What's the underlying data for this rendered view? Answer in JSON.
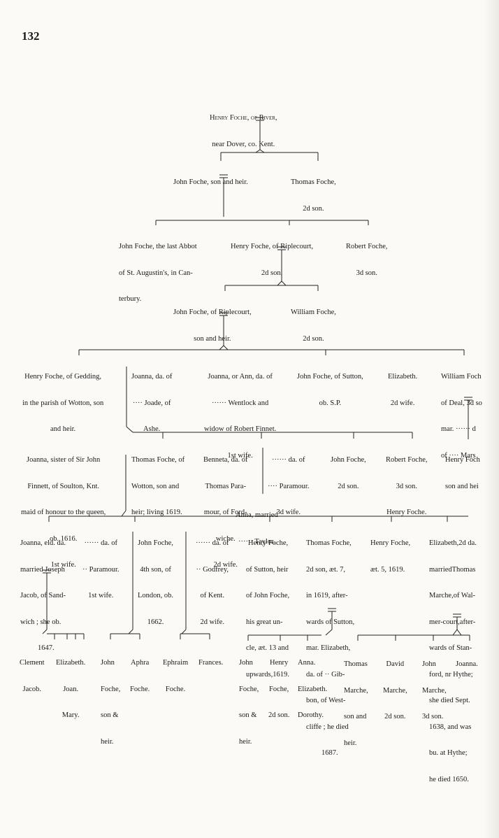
{
  "page_number": "132",
  "people": {
    "henry_root": [
      "Henry Foche, of River,",
      "near Dover, co. Kent."
    ],
    "john_gen2": [
      "John Foche, son and heir."
    ],
    "thomas_gen2": [
      "Thomas Foche,",
      "2d son."
    ],
    "john_abbot": [
      "John Foche, the last Abbot",
      "of St. Augustin's, in Can-",
      "terbury."
    ],
    "henry_riplecourt": [
      "Henry Foche, of Riplecourt,",
      "2d son."
    ],
    "robert_gen3": [
      "Robert Foche,",
      "3d son."
    ],
    "john_riplecourt": [
      "John Foche, of Riplecourt,",
      "son and heir."
    ],
    "william_gen4": [
      "William Foche,",
      "2d son."
    ],
    "henry_gedding": [
      "Henry Foche, of Gedding,",
      "in the parish of Wotton, son",
      "and heir."
    ],
    "joanna_joade": [
      "Joanna, da. of",
      "···· Joade, of",
      "Ashe."
    ],
    "joanna_wentlock": [
      "Joanna, or Ann, da. of",
      "······ Wentlock and",
      "widow of Robert Finnet.",
      "1st wife."
    ],
    "john_sutton": [
      "John Foche, of Sutton,",
      "ob. S.P."
    ],
    "elizabeth_2d": [
      "Elizabeth.",
      "2d wife."
    ],
    "william_deal": [
      "William Foch",
      "of Deal, 3d so",
      "mar. ······ d",
      "of ···· Mars"
    ],
    "joanna_finnett": [
      "Joanna, sister of Sir John",
      "Finnett, of Soulton, Knt.",
      "maid of honour to the queen,",
      "ob. 1616.",
      "1st wife."
    ],
    "thomas_wotton": [
      "Thomas Foche, of",
      "Wotton, son and",
      "heir; living 1619."
    ],
    "benneta": [
      "Benneta, da. of",
      "Thomas Para-",
      "mour, of Ford-",
      "wiche.",
      "2d wife."
    ],
    "da_paramour": [
      "······ da. of",
      "···· Paramour.",
      "3d wife."
    ],
    "john_2d": [
      "John Foche,",
      "2d son."
    ],
    "robert_3d": [
      "Robert Foche,",
      "3d son.",
      "Henry Foche."
    ],
    "henry_heir_right": [
      "Henry Foch",
      "son and hei"
    ],
    "anna_taylor": [
      "Anna, married",
      "······ Taylor."
    ],
    "joanna_eld": [
      "Joanna, eld. da.",
      "married Joseph",
      "Jacob, of Sand-",
      "wich ; she ob.",
      "1647."
    ],
    "da_of_paramour": [
      "······ da. of",
      "·· Paramour.",
      "1st wife."
    ],
    "john_london": [
      "John Foche,",
      "4th son, of",
      "London, ob.",
      "1662."
    ],
    "da_godfrey": [
      "······ da. of",
      "·· Godfrey,",
      "of Kent.",
      "2d wife."
    ],
    "henry_sutton": [
      "Henry Foche,",
      "of Sutton, heir",
      "of John Foche,",
      "his great un-",
      "cle, æt. 13 and",
      "upwards,1619."
    ],
    "thomas_2d": [
      "Thomas Foche,",
      "2d son, æt. 7,",
      "in 1619, after-",
      "wards of Sutton,",
      "mar. Elizabeth,",
      "da. of ·· Gib-",
      "bon, of West-",
      "cliffe ; he died",
      "1687."
    ],
    "henry_aet5": [
      "Henry Foche,",
      "æt. 5, 1619."
    ],
    "elizabeth_2dda": [
      "Elizabeth,2d da.",
      "marriedThomas",
      "Marche,of Wal-",
      "mer-court,after-",
      "wards of Stan-",
      "ford, nr Hythe;",
      "she died Sept.",
      "1638, and was",
      "bu. at Hythe;",
      "he died 1650."
    ],
    "clement": [
      "Clement",
      "Jacob."
    ],
    "elizabeth_joan": [
      "Elizabeth.",
      "Joan.",
      "Mary."
    ],
    "john_heir": [
      "John",
      "Foche,",
      "son &",
      "heir."
    ],
    "aphra": [
      "Aphra",
      "Foche."
    ],
    "ephraim": [
      "Ephraim",
      "Foche."
    ],
    "frances": [
      "Frances."
    ],
    "john_son": [
      "John",
      "Foche,",
      "son &",
      "heir."
    ],
    "henry_2dson": [
      "Henry",
      "Foche,",
      "2d son."
    ],
    "anna_eliz": [
      "Anna.",
      "Elizabeth.",
      "Dorothy."
    ],
    "thomas_marche": [
      "Thomas",
      "Marche,",
      "son and",
      "heir."
    ],
    "david_marche": [
      "David",
      "Marche,",
      "2d son."
    ],
    "john_marche": [
      "John",
      "Marche,",
      "3d son."
    ],
    "joanna_last": [
      "Joanna."
    ]
  }
}
